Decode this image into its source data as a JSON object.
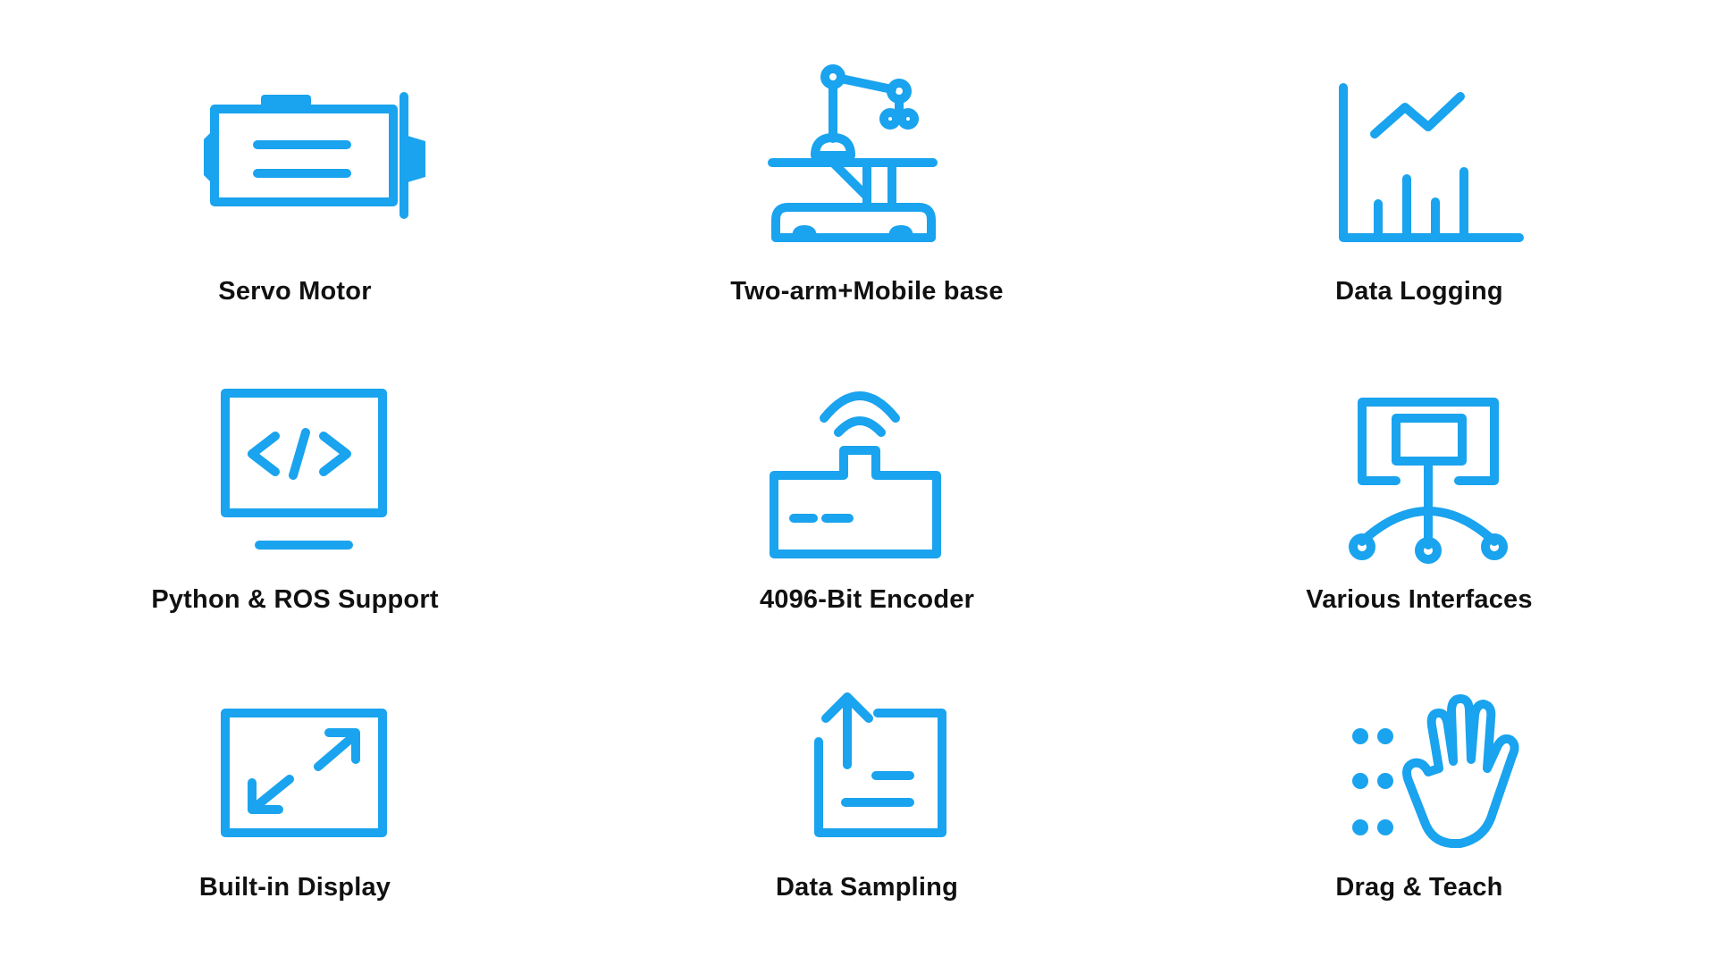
{
  "accent_color": "#1aa3ee",
  "features": [
    {
      "label": "Servo Motor",
      "icon": "servo-motor-icon"
    },
    {
      "label": "Two-arm+Mobile base",
      "icon": "mobile-robot-arm-icon"
    },
    {
      "label": "Data Logging",
      "icon": "line-bar-chart-icon"
    },
    {
      "label": "Python & ROS Support",
      "icon": "code-monitor-icon"
    },
    {
      "label": "4096-Bit Encoder",
      "icon": "wireless-encoder-icon"
    },
    {
      "label": "Various Interfaces",
      "icon": "interface-network-icon"
    },
    {
      "label": "Built-in Display",
      "icon": "expand-display-icon"
    },
    {
      "label": "Data Sampling",
      "icon": "upload-document-icon"
    },
    {
      "label": "Drag & Teach",
      "icon": "hand-dots-icon"
    }
  ]
}
